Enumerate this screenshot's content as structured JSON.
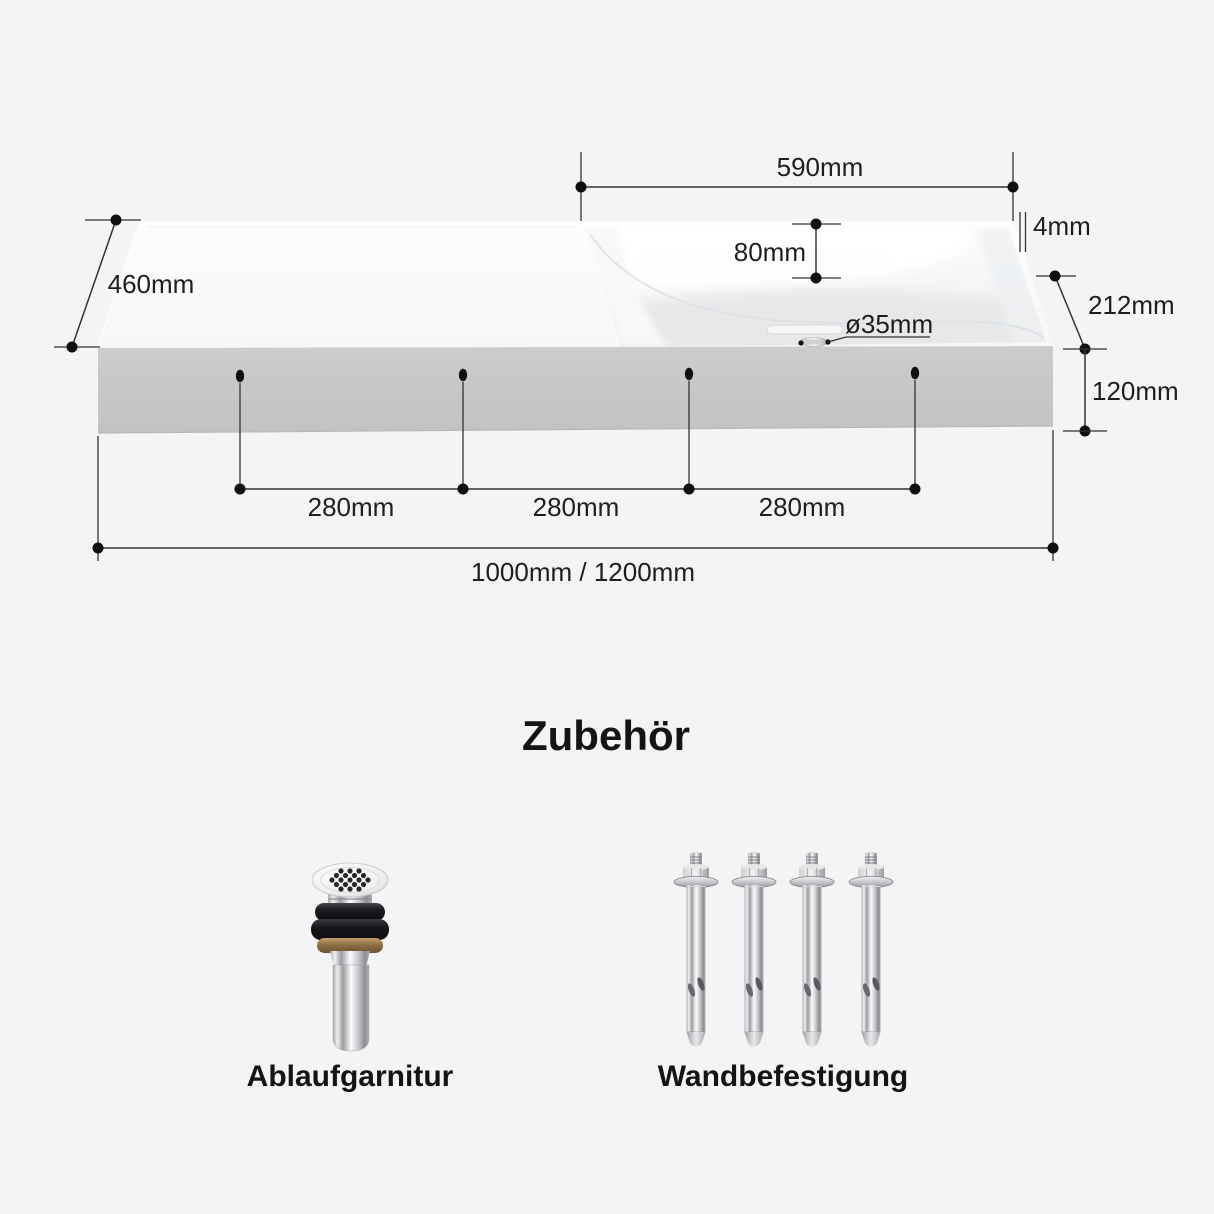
{
  "page": {
    "background": "#f3f4f6"
  },
  "colors": {
    "dimension_line": "#323234",
    "text": "#1e1e20",
    "sink_top": "#fbfcfd",
    "sink_front_face": "#c6c7c9",
    "basin_shade": "#edeff1",
    "chrome": "#c6c8ca",
    "brass_washer": "#8a6c42",
    "rubber_gasket": "#17181b"
  },
  "diagram": {
    "dims": {
      "basin_width": "590mm",
      "rim_thickness": "4mm",
      "basin_depth": "80mm",
      "total_depth": "460mm",
      "back_height": "212mm",
      "drain_diameter": "ø35mm",
      "front_height": "120mm",
      "hole_spacing_left": "280mm",
      "hole_spacing_mid": "280mm",
      "hole_spacing_right": "280mm",
      "total_width": "1000mm / 1200mm"
    }
  },
  "accessories": {
    "title": "Zubehör",
    "items": [
      {
        "name": "Ablaufgarnitur"
      },
      {
        "name": "Wandbefestigung"
      }
    ]
  }
}
